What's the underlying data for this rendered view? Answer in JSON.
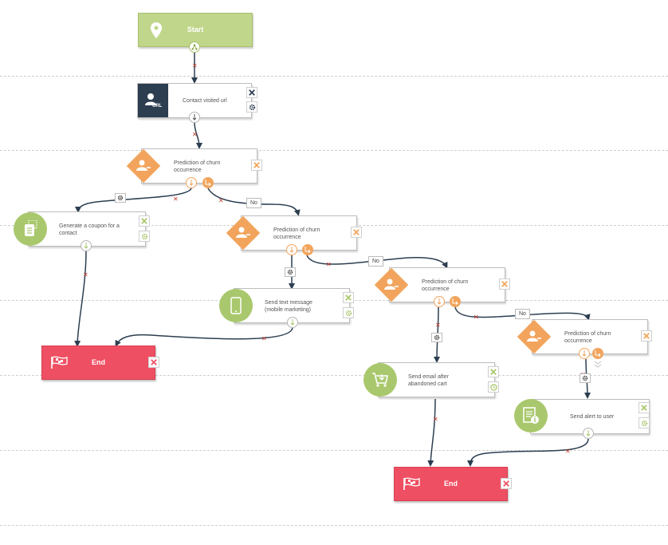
{
  "nodes": {
    "start": {
      "label": "Start"
    },
    "contact_visited": {
      "label": "Contact visited url",
      "icon_text": "URL"
    },
    "churn1": {
      "label": "Prediction of churn\noccurrence"
    },
    "coupon": {
      "label": "Generate a coupon for a\ncontact"
    },
    "churn2": {
      "label": "Prediction of churn\noccurrence"
    },
    "sms": {
      "label": "Send text message\n(mobile marketing)"
    },
    "churn3": {
      "label": "Prediction of churn\noccurrence"
    },
    "email": {
      "label": "Send email after\nabandoned cart"
    },
    "churn4": {
      "label": "Prediction of churn\noccurrence"
    },
    "alert": {
      "label": "Send alert to user"
    },
    "end1": {
      "label": "End"
    },
    "end2": {
      "label": "End"
    }
  },
  "branch_labels": {
    "no1": "No",
    "no2": "No",
    "no3": "No"
  },
  "colors": {
    "start": "#c0d68b",
    "end": "#ef4f63",
    "condition": "#f2a45c",
    "action": "#a9c86d",
    "trigger": "#2c3e50",
    "link": "#2c3e50",
    "disconnect": "#c0392b"
  },
  "icons": {
    "start": "map-pin-icon",
    "trigger": "user-url-icon",
    "condition": "user-minus-icon",
    "coupon": "coupon-icon",
    "sms": "mobile-phone-icon",
    "email": "shopping-cart-icon",
    "alert": "document-info-icon",
    "end": "finish-flag-icon",
    "delete": "close-icon",
    "settings": "gear-icon",
    "timer": "clock-icon"
  }
}
